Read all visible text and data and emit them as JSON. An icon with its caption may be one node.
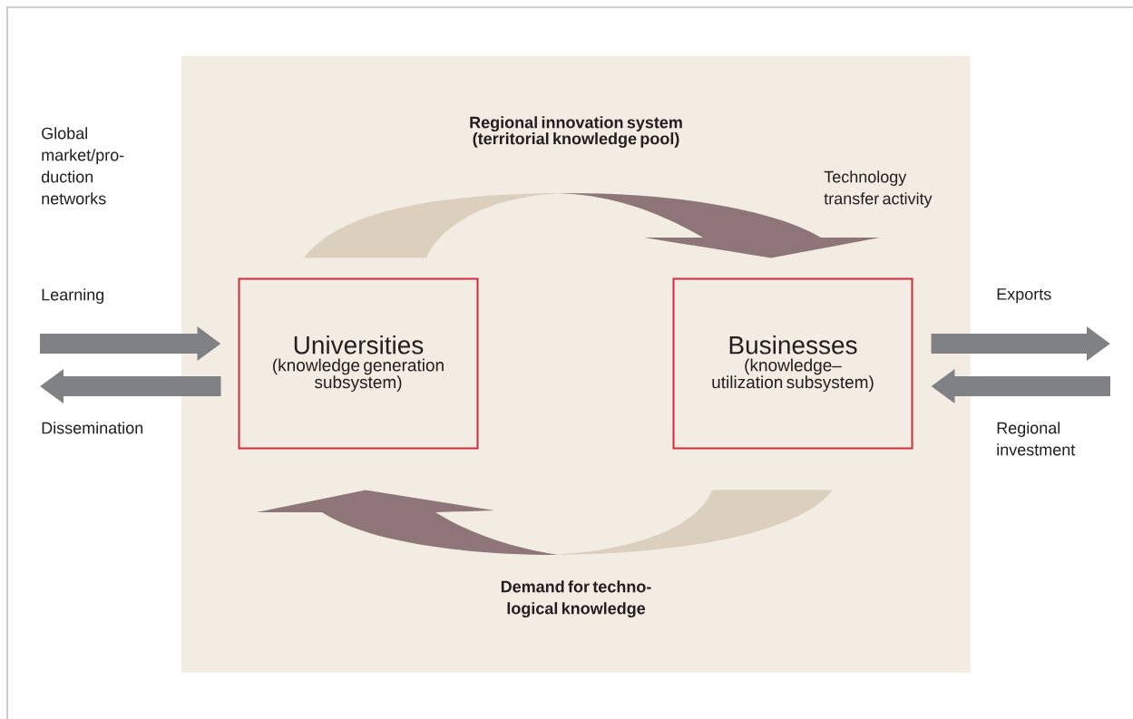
{
  "diagram": {
    "nodes": [
      {
        "text": [
          "Regional innovation system (territorial knowledge pool)"
        ]
      },
      {
        "text": [
          "Universities",
          "(knowledge generation subsystem)"
        ],
        "in": 0
      },
      {
        "text": [
          "Businesses",
          "(knowledge–utilization subsystem)"
        ],
        "in": 0
      }
    ],
    "edges": [
      {
        "from": 1,
        "to": 2,
        "arrow": "to"
      },
      {
        "from": 2,
        "to": 1,
        "arrow": "to"
      },
      {
        "from": null,
        "to": 1,
        "arrow": "to",
        "label": "Learning"
      },
      {
        "from": 1,
        "to": null,
        "arrow": "to",
        "label": "Dissemination"
      },
      {
        "from": 2,
        "to": null,
        "arrow": "to",
        "label": "Exports"
      },
      {
        "from": null,
        "to": 2,
        "arrow": "to",
        "label": "Regional investment"
      }
    ],
    "labels": [
      "Global market/pro-duction networks",
      "Technology transfer activity",
      "Demand for techno-logical knowledge"
    ]
  }
}
